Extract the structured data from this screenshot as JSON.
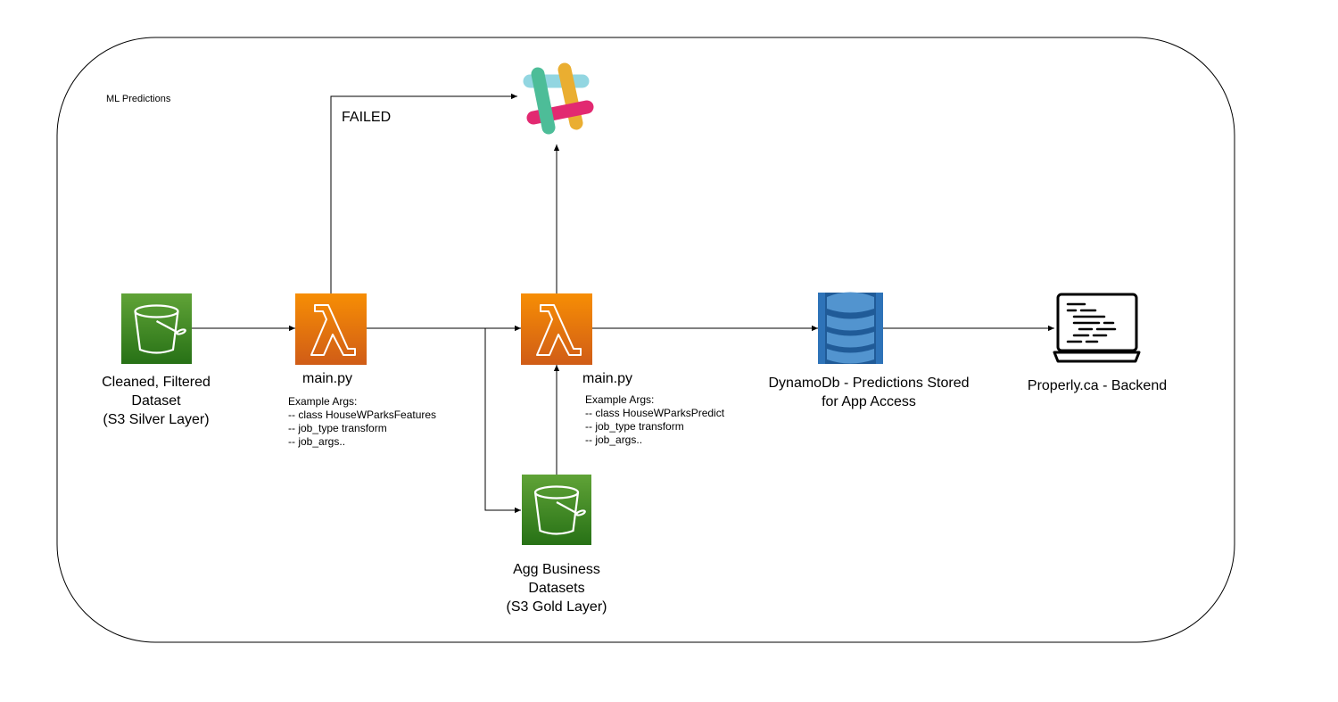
{
  "diagram": {
    "container_label": "ML Predictions",
    "failed_label": "FAILED",
    "nodes": {
      "silver": {
        "lines": [
          "Cleaned, Filtered",
          "Dataset",
          "(S3 Silver Layer)"
        ]
      },
      "lambda1": {
        "title": "main.py",
        "args": [
          "Example Args:",
          "-- class HouseWParksFeatures",
          "-- job_type transform",
          "-- job_args.."
        ]
      },
      "lambda2": {
        "title": "main.py",
        "args": [
          "Example Args:",
          "-- class HouseWParksPredict",
          "-- job_type transform",
          "-- job_args.."
        ]
      },
      "gold": {
        "lines": [
          "Agg Business",
          "Datasets",
          "(S3 Gold Layer)"
        ]
      },
      "dynamodb": {
        "lines": [
          "DynamoDb - Predictions Stored",
          "for App Access"
        ]
      },
      "backend": {
        "lines": [
          "Properly.ca - Backend"
        ]
      }
    }
  },
  "colors": {
    "s3_green_top": "#60a337",
    "s3_green_bottom": "#277116",
    "lambda_orange_top": "#f78e04",
    "lambda_orange_bottom": "#d05c17",
    "dynamo_dark": "#2e73b8",
    "dynamo_light": "#5294cf"
  }
}
